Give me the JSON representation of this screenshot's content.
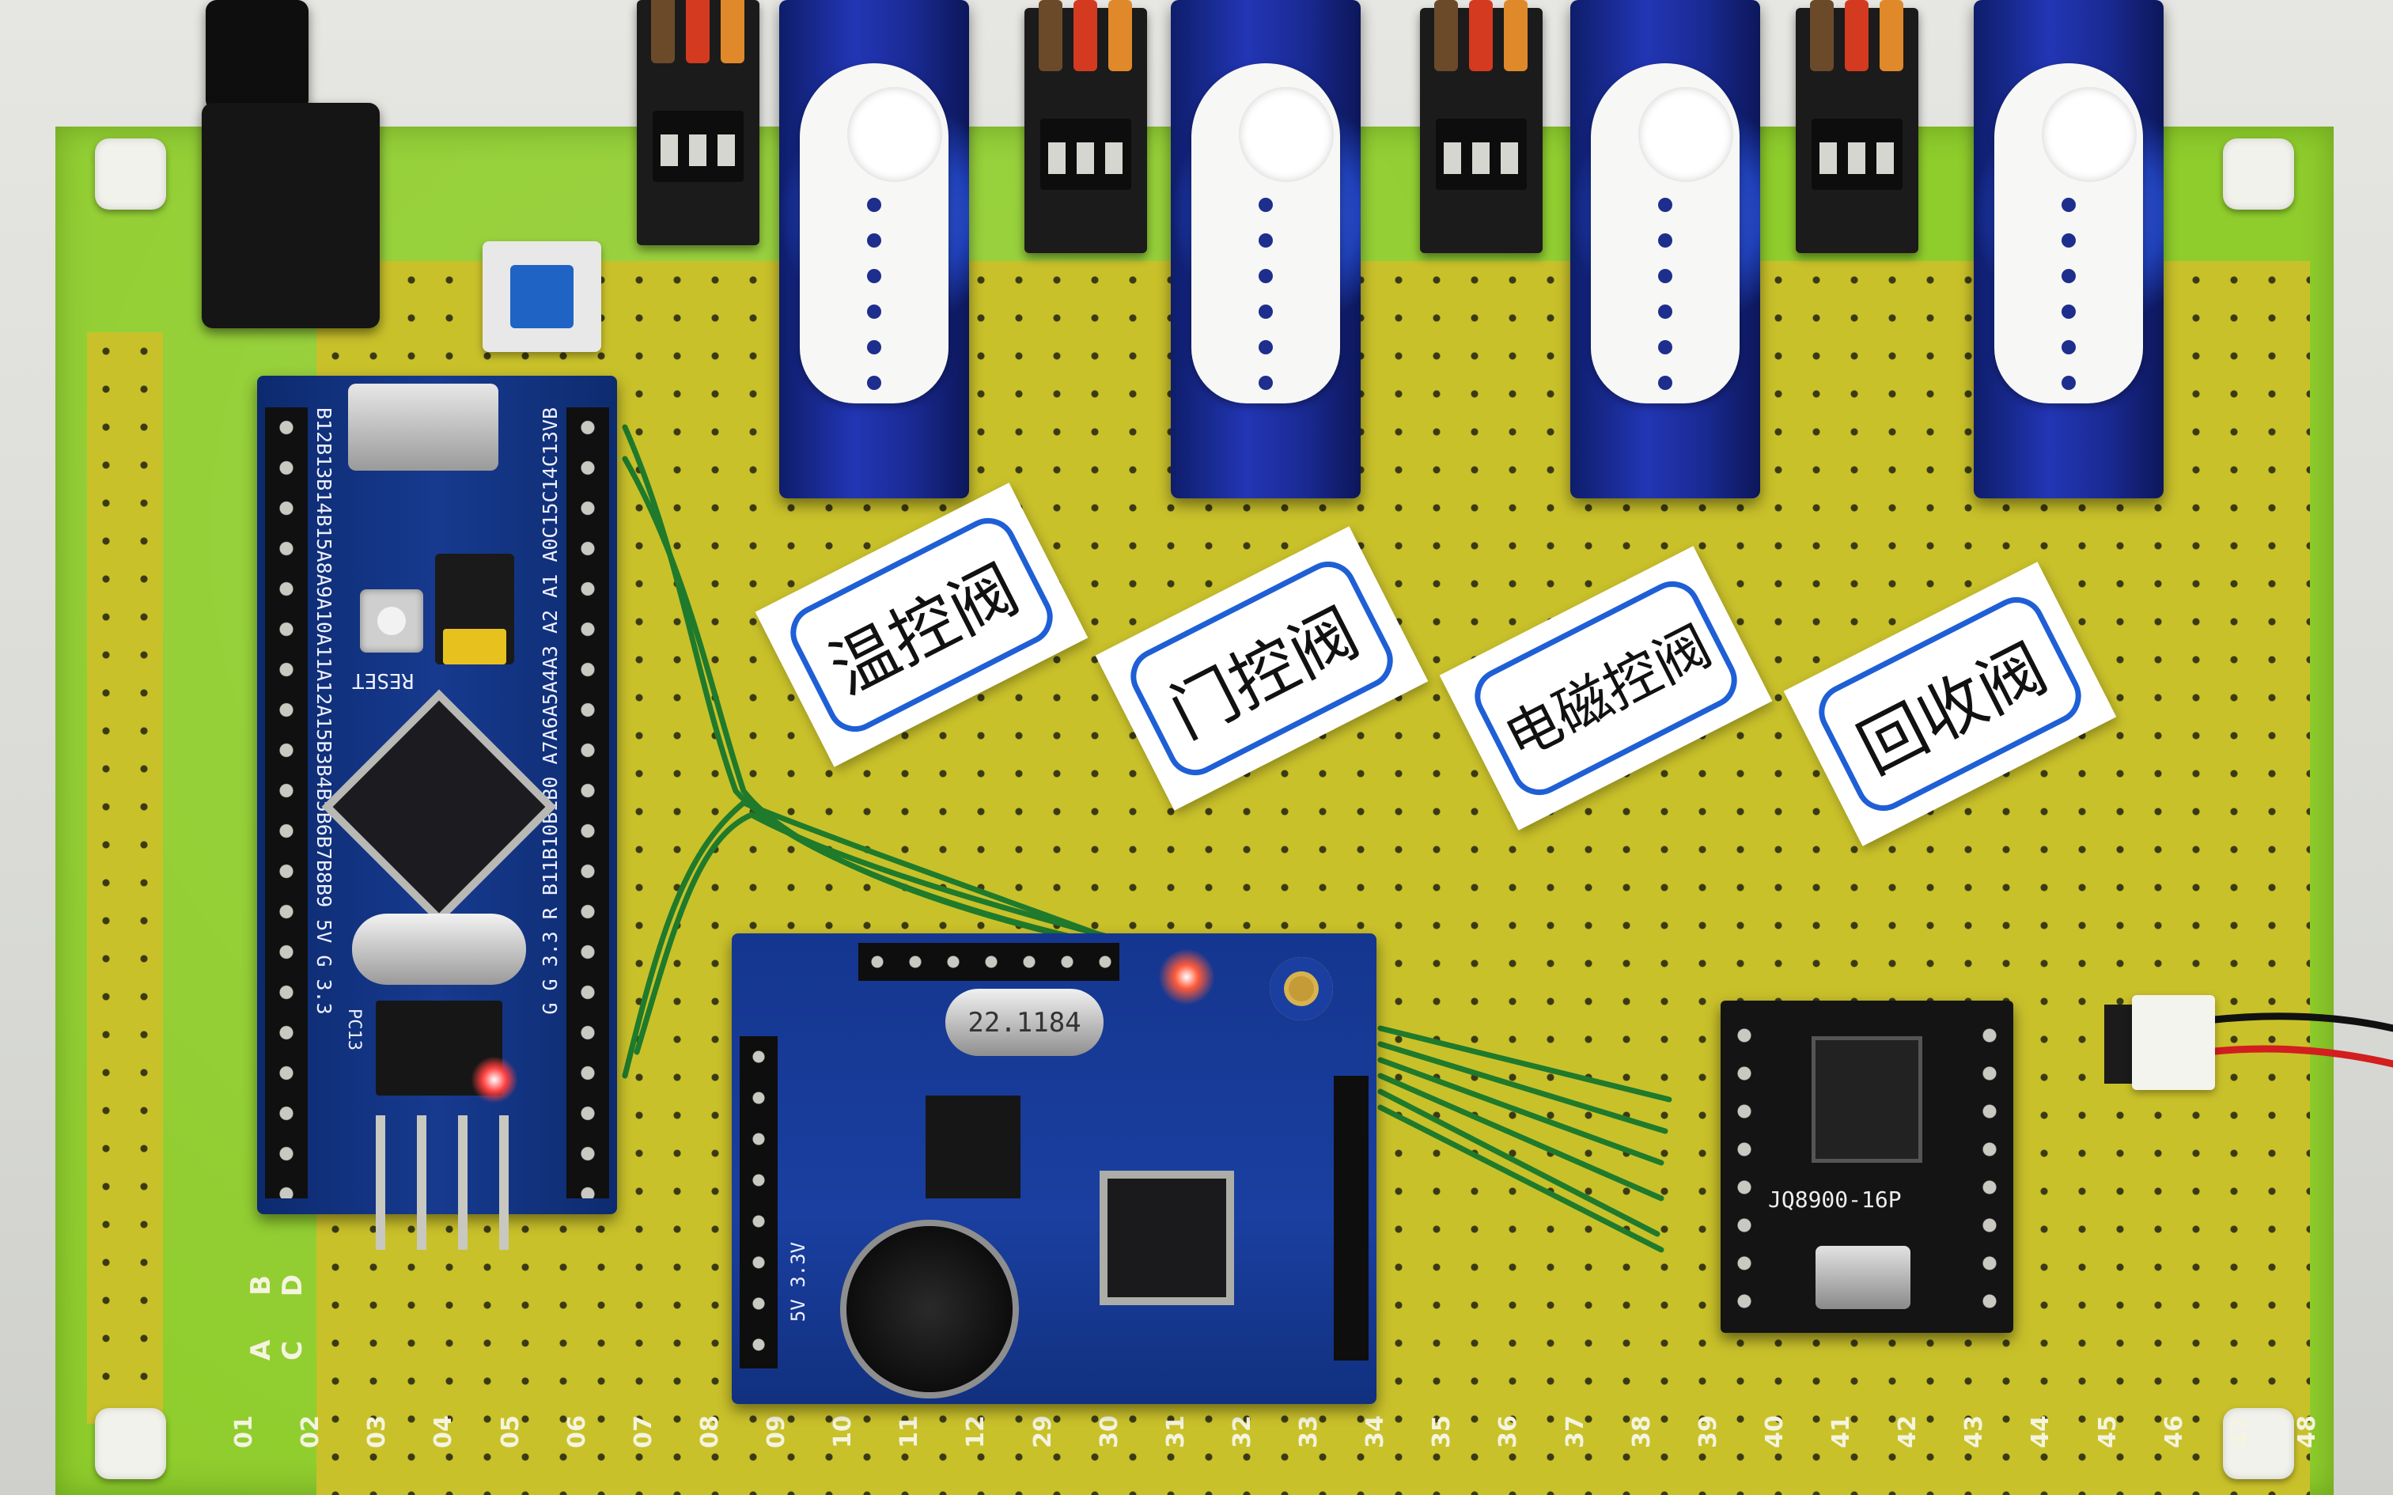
{
  "scene": {
    "board_silkscreen": {
      "row_labels": "A B C D",
      "column_labels": [
        "01",
        "02",
        "03",
        "04",
        "05",
        "06",
        "07",
        "08",
        "09",
        "10",
        "11",
        "12",
        "29",
        "30",
        "31",
        "32",
        "33",
        "34",
        "35",
        "36",
        "37",
        "38",
        "39",
        "40",
        "41",
        "42",
        "43",
        "44",
        "45",
        "46",
        "47",
        "48"
      ]
    },
    "mcu_board": {
      "left_pin_labels": "B12B13B14B15A8A9A10A11A12A15B3B4B5B6B7B8B9 5V G 3.3",
      "right_pin_labels": "G G 3.3 R B11B10B1B0 A7A6A5A4A3 A2 A1 A0C15C14C13VB",
      "reset_label": "RESET",
      "pc13_label": "PC13"
    },
    "voice_module": {
      "crystal_marking": "22.1184",
      "power_label": "5V 3.3V"
    },
    "mp3_module": {
      "label": "JQ8900-16P"
    },
    "tags": [
      {
        "text": "温控阀"
      },
      {
        "text": "门控阀"
      },
      {
        "text": "电磁控阀"
      },
      {
        "text": "回收阀"
      }
    ],
    "colors": {
      "pcb_green": "#8fcd2c",
      "pad_yellow": "#c9c12a",
      "servo_blue": "#2236b5",
      "module_blue": "#1a3fa0",
      "wire_green": "#1f7a2c",
      "led_red": "#ff4040"
    }
  }
}
